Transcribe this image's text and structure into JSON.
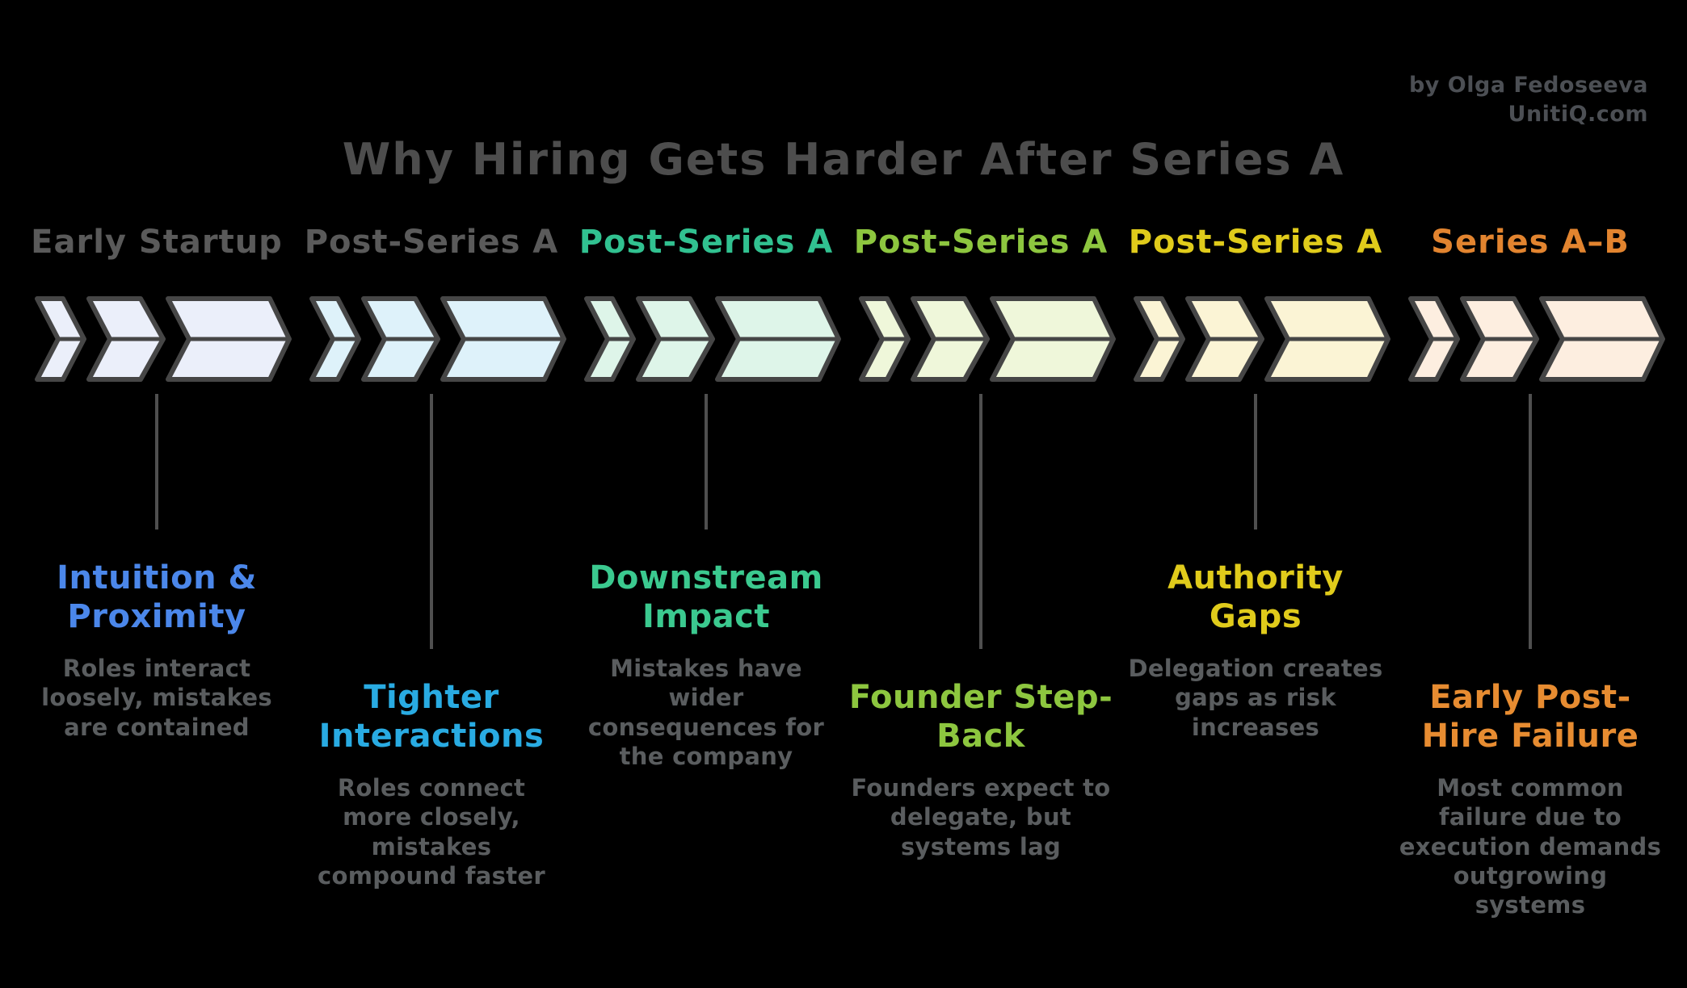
{
  "attribution": {
    "line1": "by Olga Fedoseeva",
    "line2": "UnitiQ.com",
    "color": "#4c4f54"
  },
  "title": {
    "text": "Why Hiring Gets Harder After Series A",
    "color": "#4d4d4d"
  },
  "chevron_stroke_color": "#464646",
  "connector_color": "#4f4f4f",
  "description_color": "#5a5d5f",
  "columns": [
    {
      "stage": "Early Startup",
      "stage_color": "#5a5a5a",
      "chevron_fill": "#ebeffa",
      "heading": "Intuition &\nProximity",
      "heading_color": "#4b87ea",
      "description": "Roles interact\nloosely, mistakes\nare contained"
    },
    {
      "stage": "Post-Series A",
      "stage_color": "#5a5a5a",
      "chevron_fill": "#def2fa",
      "heading": "Tighter\nInteractions",
      "heading_color": "#29abe2",
      "description": "Roles connect\nmore closely,\nmistakes\ncompound faster"
    },
    {
      "stage": "Post-Series A",
      "stage_color": "#31c190",
      "chevron_fill": "#def5e9",
      "heading": "Downstream\nImpact",
      "heading_color": "#3bc98f",
      "description": "Mistakes have\nwider\nconsequences for\nthe company"
    },
    {
      "stage": "Post-Series A",
      "stage_color": "#8dc63f",
      "chevron_fill": "#eff7da",
      "heading": "Founder Step-\nBack",
      "heading_color": "#8dc63f",
      "description": "Founders expect to\ndelegate, but\nsystems lag"
    },
    {
      "stage": "Post-Series A",
      "stage_color": "#e0cb1b",
      "chevron_fill": "#fbf4d5",
      "heading": "Authority\nGaps",
      "heading_color": "#e0cb1b",
      "description": "Delegation creates\ngaps as risk\nincreases"
    },
    {
      "stage": "Series A–B",
      "stage_color": "#e2842f",
      "chevron_fill": "#fdeee0",
      "heading": "Early Post-\nHire Failure",
      "heading_color": "#e78c31",
      "description": "Most common\nfailure due to\nexecution demands\noutgrowing\nsystems"
    }
  ]
}
